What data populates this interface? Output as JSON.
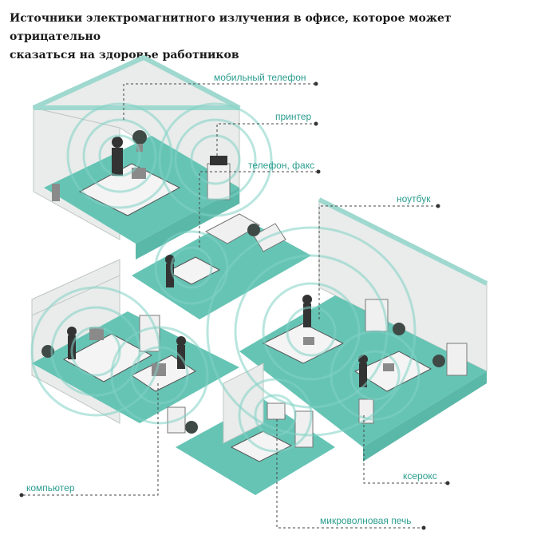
{
  "title": {
    "line1": "Источники электромагнитного излучения в офисе, которое может отрицательно",
    "line2": "сказаться на здоровье работников"
  },
  "labels": {
    "mobile_phone": "мобильный телефон",
    "printer": "принтер",
    "phone_fax": "телефон, факс",
    "laptop": "ноутбук",
    "computer": "компьютер",
    "xerox": "ксерокс",
    "microwave": "микроволновая печь"
  },
  "colors": {
    "accent": "#2a9d8f",
    "floor": "#66c4b5",
    "waves": "#7fd1c4",
    "walls": "#e9ecea"
  }
}
